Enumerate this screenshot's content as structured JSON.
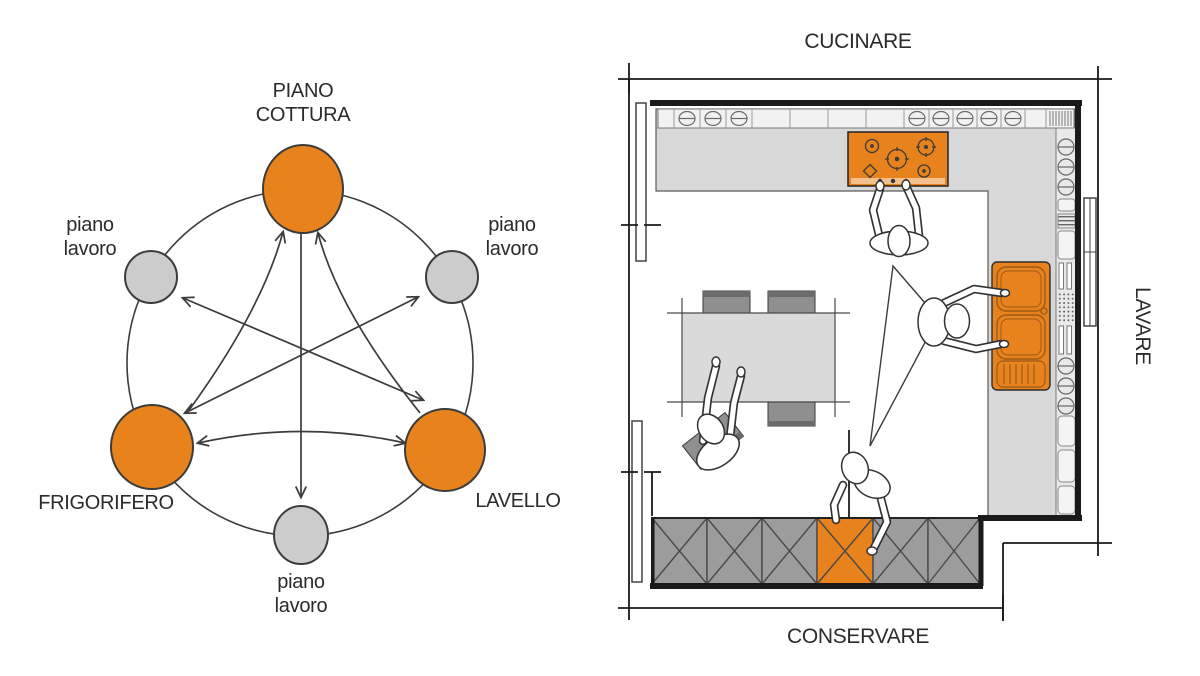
{
  "relation_diagram": {
    "nodes": {
      "cooktop": {
        "line1": "PIANO",
        "line2": "COTTURA"
      },
      "worktop_left": {
        "line1": "piano",
        "line2": "lavoro"
      },
      "worktop_right": {
        "line1": "piano",
        "line2": "lavoro"
      },
      "fridge": {
        "label": "FRIGORIFERO"
      },
      "sink": {
        "label": "LAVELLO"
      },
      "worktop_bottom": {
        "line1": "piano",
        "line2": "lavoro"
      }
    },
    "colors": {
      "primary_node": "#E8821D",
      "secondary_node": "#CCCCCC",
      "outline": "#3C3C3C",
      "arrow": "#3C3C3C"
    }
  },
  "floor_plan": {
    "labels": {
      "top": "CUCINARE",
      "right": "LAVARE",
      "bottom": "CONSERVARE"
    },
    "storage_cells": [
      "gray",
      "gray",
      "gray",
      "orange",
      "gray",
      "gray"
    ],
    "colors": {
      "accent": "#E8821D",
      "counter": "#D8D8D8",
      "storage_gray": "#9C9C9C",
      "wall": "#1A1A1A"
    }
  }
}
